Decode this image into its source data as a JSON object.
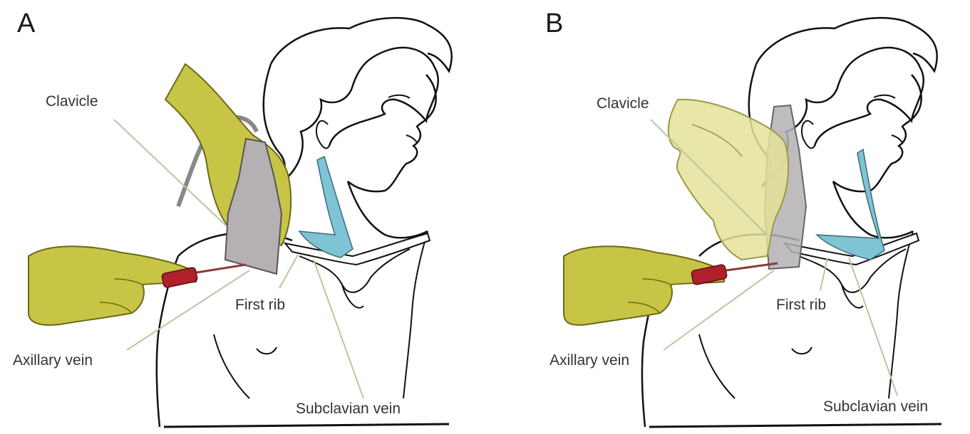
{
  "panels": [
    {
      "letter": "A",
      "labels": {
        "clavicle": "Clavicle",
        "first_rib": "First rib",
        "axillary_vein": "Axillary vein",
        "subclavian_vein": "Subclavian vein"
      }
    },
    {
      "letter": "B",
      "labels": {
        "clavicle": "Clavicle",
        "first_rib": "First rib",
        "axillary_vein": "Axillary vein",
        "subclavian_vein": "Subclavian vein"
      }
    }
  ],
  "colors": {
    "glove": "#c8c446",
    "glove_faded": "#e4e29a",
    "probe": "#b4b0b4",
    "vein": "#7ec4d4",
    "needle_hub": "#b0202a",
    "outline": "#111111",
    "leader_line": "#b8c8a0"
  }
}
